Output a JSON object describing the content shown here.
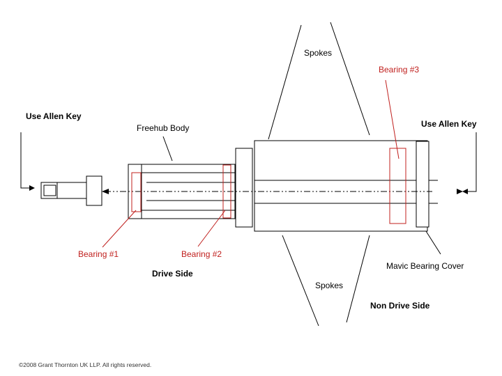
{
  "labels": {
    "spokes_top": "Spokes",
    "spokes_bottom": "Spokes",
    "bearing1": "Bearing #1",
    "bearing2": "Bearing #2",
    "bearing3": "Bearing #3",
    "freehub_body": "Freehub Body",
    "allen_key_left": "Use Allen Key",
    "allen_key_right": "Use Allen Key",
    "drive_side": "Drive Side",
    "non_drive_side": "Non Drive Side",
    "mavic_cover": "Mavic Bearing Cover"
  },
  "footer": {
    "copyright": "©2008 Grant Thornton UK LLP. All rights reserved."
  },
  "colors": {
    "bearing_red": "#c0201e",
    "line": "#000000"
  }
}
